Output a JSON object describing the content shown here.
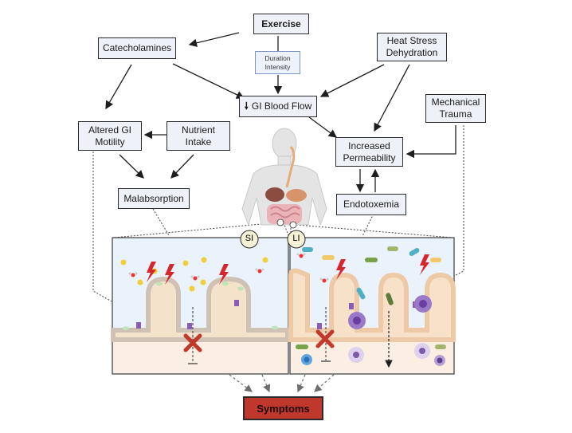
{
  "nodes": {
    "exercise": "Exercise",
    "catecholamines": "Catecholamines",
    "duration": [
      "Duration",
      "Intensity"
    ],
    "heat_stress": [
      "Heat Stress",
      "Dehydration"
    ],
    "gi_blood_flow_arrow": "🠗",
    "gi_blood_flow": "GI Blood Flow",
    "mechanical_trauma": [
      "Mechanical",
      "Trauma"
    ],
    "altered_gi_motility": [
      "Altered GI",
      "Motility"
    ],
    "nutrient_intake": [
      "Nutrient",
      "Intake"
    ],
    "increased_permeability": [
      "Increased",
      "Permeability"
    ],
    "malabsorption": "Malabsorption",
    "endotoxemia": "Endotoxemia",
    "symptoms": "Symptoms"
  },
  "panels": {
    "small_intestine": "SI",
    "large_intestine": "LI"
  },
  "colors": {
    "box_fill": "#eef1f7",
    "symptoms_fill": "#c0382b",
    "lumen_bg": "#eaf2fb",
    "tissue": "#f7e6d2",
    "villus_border": "#d8c8b8",
    "lightning": "#d7262b",
    "block_x": "#c0392b"
  },
  "icons": [
    "human-body-icon",
    "lightning-icon",
    "cross-icon",
    "bacteria-icon",
    "immune-cell-icon",
    "water-molecule-icon"
  ]
}
